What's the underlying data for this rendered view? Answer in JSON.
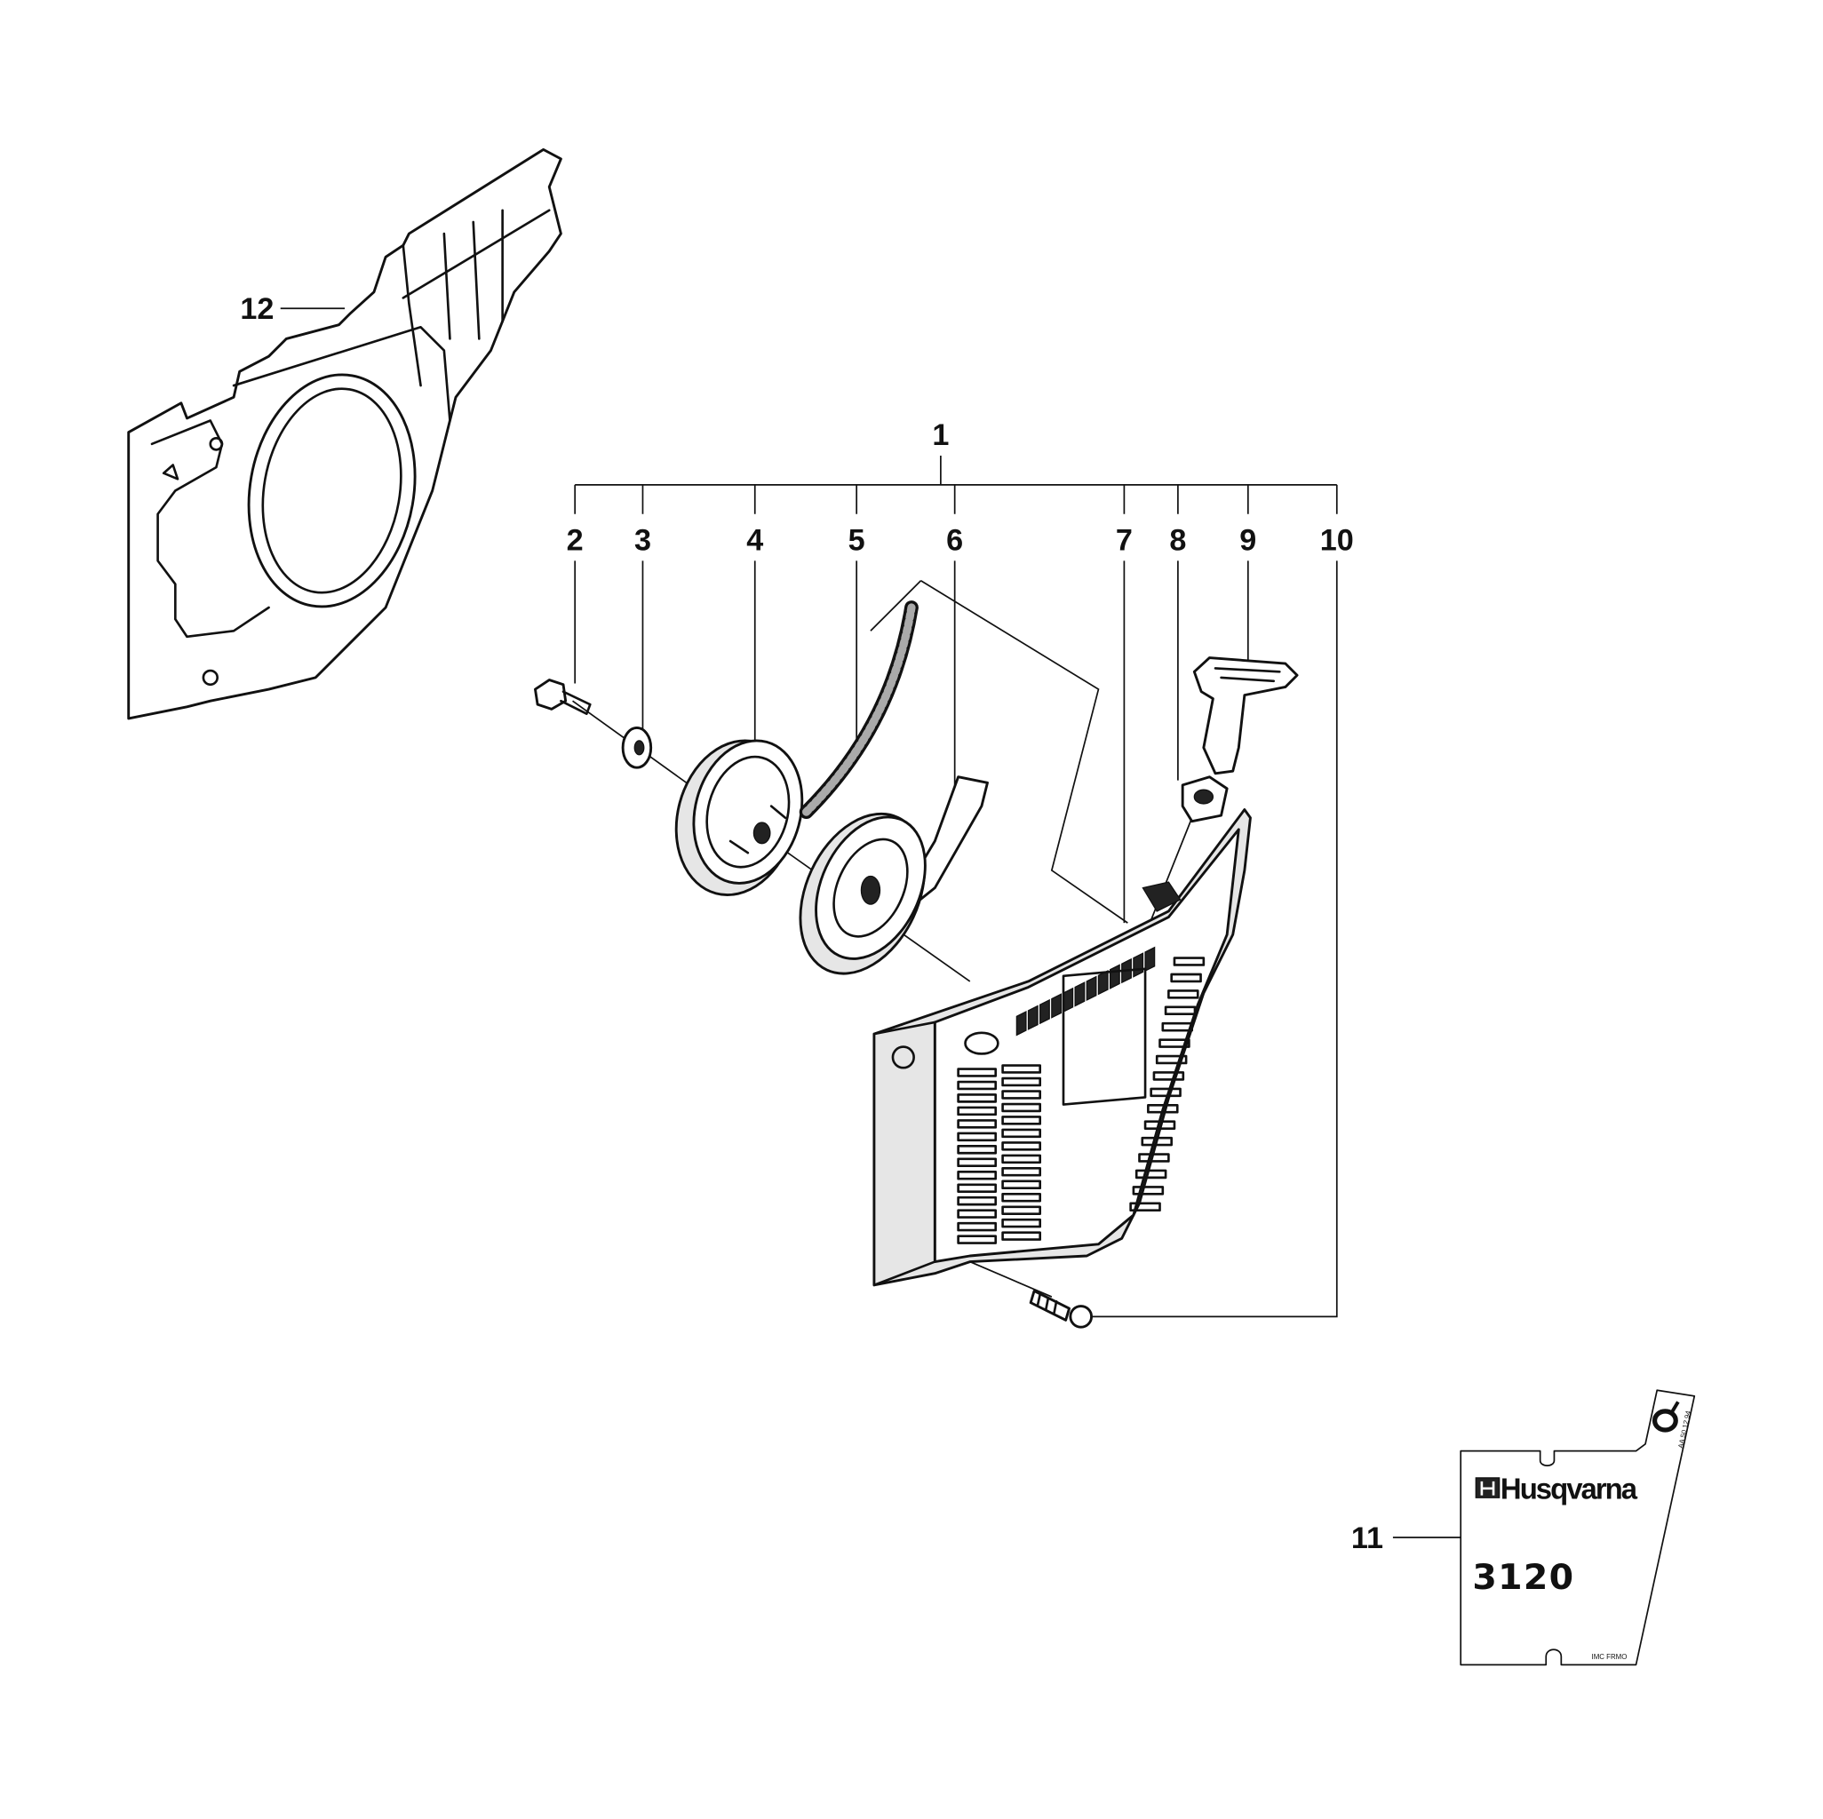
{
  "diagram": {
    "callouts": {
      "c1": "1",
      "c2": "2",
      "c3": "3",
      "c4": "4",
      "c5": "5",
      "c6": "6",
      "c7": "7",
      "c8": "8",
      "c9": "9",
      "c10": "10",
      "c11": "11",
      "c12": "12"
    },
    "decal": {
      "brand": "Husqvarna",
      "model": "3120",
      "part_no_small": "AA 50 12 94",
      "footer_small": "IMC FRMO"
    }
  }
}
